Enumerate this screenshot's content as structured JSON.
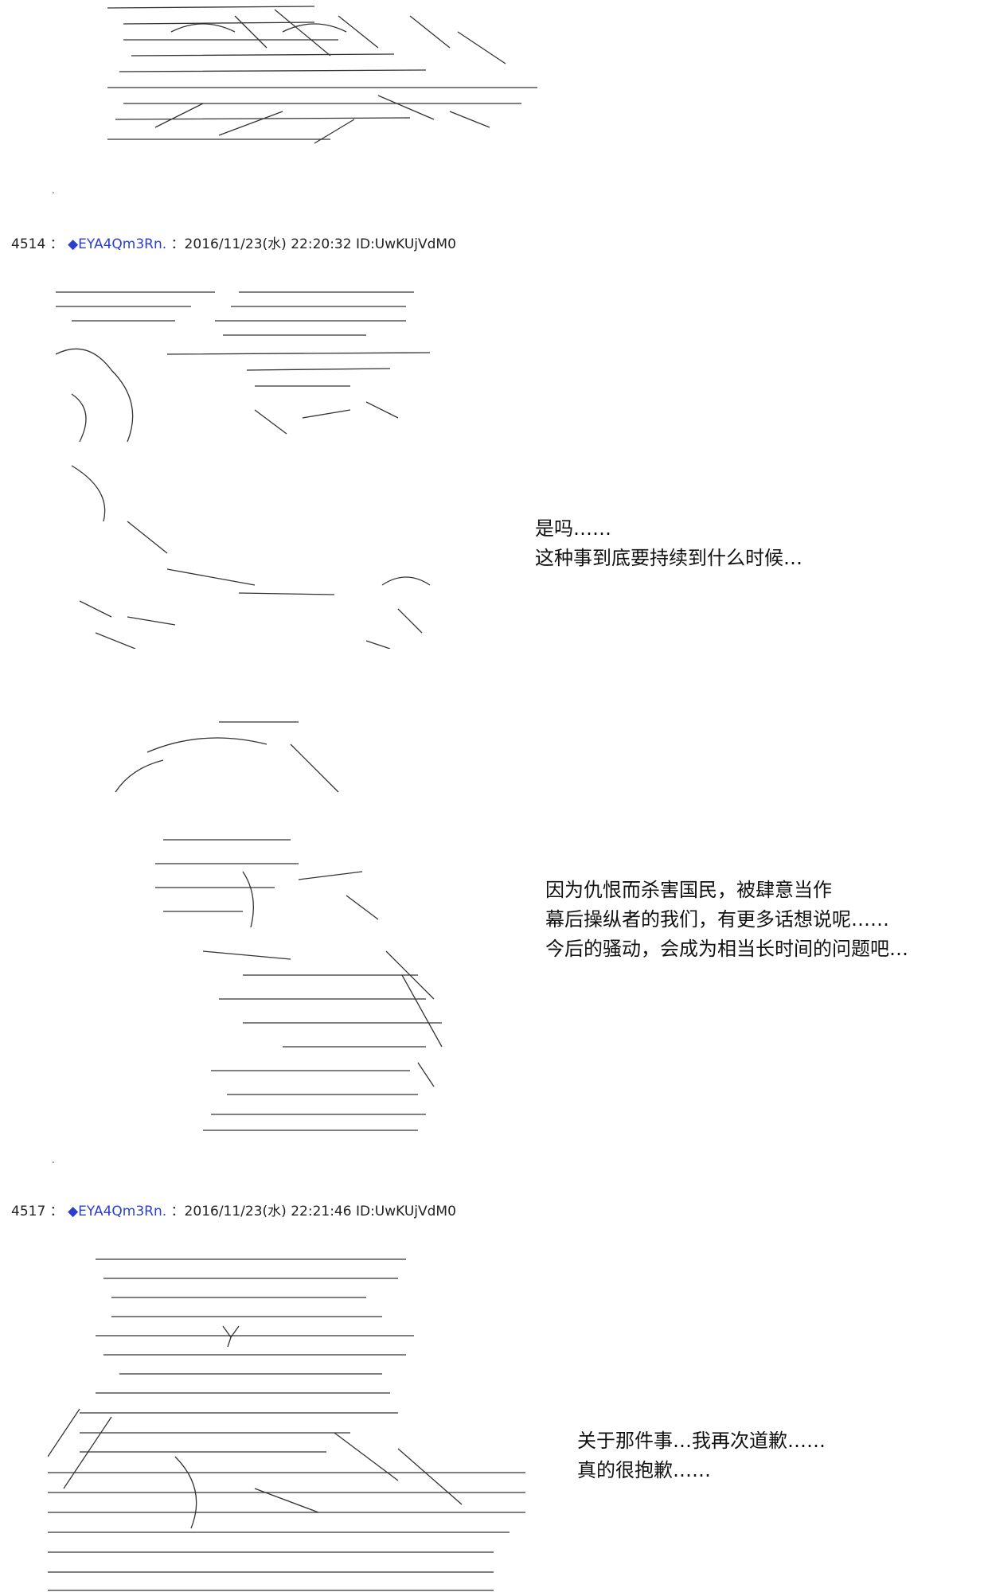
{
  "posts": [
    {
      "number": "4514",
      "separator": "：",
      "mark": "◆",
      "name": "EYA4Qm3Rn.",
      "datetime": "：2016/11/23(水) 22:20:32 ID:UwKUjVdM0"
    },
    {
      "number": "4517",
      "separator": "：",
      "mark": "◆",
      "name": "EYA4Qm3Rn.",
      "datetime": "：2016/11/23(水) 22:21:46 ID:UwKUjVdM0"
    }
  ],
  "dialogues": [
    {
      "lines": [
        "是吗……",
        "这种事到底要持续到什么时候…"
      ]
    },
    {
      "lines": [
        "因为仇恨而杀害国民，被肆意当作",
        "幕后操纵者的我们，有更多话想说呢……",
        "今后的骚动，会成为相当长时间的问题吧…"
      ]
    },
    {
      "lines": [
        "关于那件事…我再次道歉……",
        "真的很抱歉……"
      ]
    }
  ],
  "dots": [
    ".",
    "."
  ]
}
